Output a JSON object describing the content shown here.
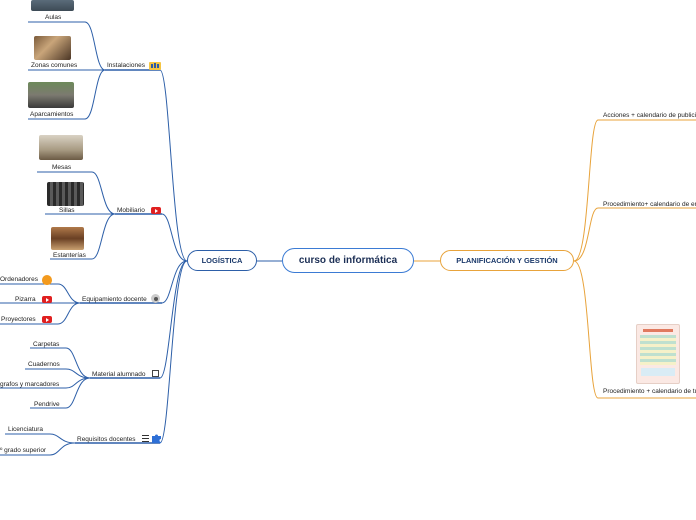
{
  "center": {
    "label": "curso de informática"
  },
  "logistica": {
    "label": "LOGÍSTICA",
    "instalaciones": {
      "label": "Instalaciones",
      "items": [
        "Aulas",
        "Zonas comunes",
        "Aparcamientos"
      ]
    },
    "mobiliario": {
      "label": "Mobiliario",
      "items": [
        "Mesas",
        "Sillas",
        "Estanterías"
      ]
    },
    "equipamiento": {
      "label": "Equipamiento docente",
      "items": [
        "Ordenadores",
        "Pizarra",
        "Proyectores"
      ]
    },
    "material": {
      "label": "Material alumnado",
      "items": [
        "Carpetas",
        "Cuadernos",
        "grafos y marcadores",
        "Pendrive"
      ]
    },
    "requisitos": {
      "label": "Requisitos docentes",
      "items": [
        "Licenciatura",
        "º grado superior"
      ]
    }
  },
  "planificacion": {
    "label": "PLANIFICACIÓN Y GESTIÓN",
    "items": [
      "Acciones + calendario de publicid",
      "Procedimiento+ calendario de  en",
      "Procedimiento + calendario de tu"
    ]
  },
  "colors": {
    "left_branch": "#2d5fa8",
    "right_branch": "#e8a33b",
    "center_border": "#3b7bd4"
  }
}
